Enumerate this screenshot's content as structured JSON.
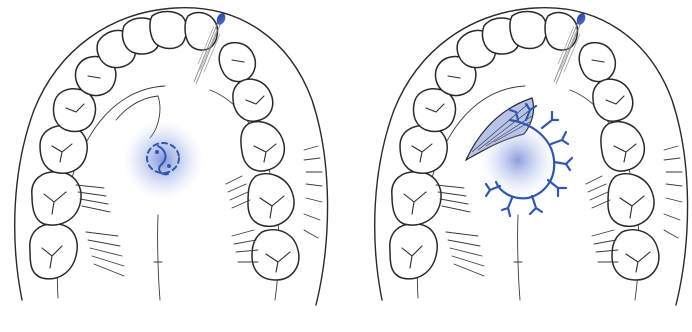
{
  "figure": {
    "panels": [
      {
        "id": "left",
        "drawing": "upper-arch-palate",
        "injection": "ring-of-spots"
      },
      {
        "id": "right",
        "drawing": "upper-arch-palate",
        "injection": "branching-spread"
      }
    ],
    "colors": {
      "ink": "#2a2a2a",
      "accent": "#2f56b4",
      "glow": "#6d86d6",
      "background": "#ffffff"
    }
  }
}
